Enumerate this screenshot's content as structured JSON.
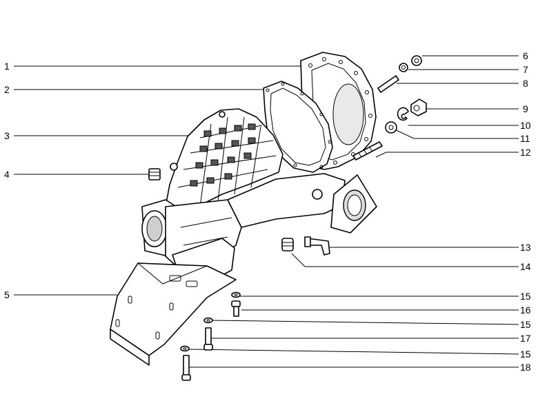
{
  "callouts_left": [
    {
      "num": "1"
    },
    {
      "num": "2"
    },
    {
      "num": "3"
    },
    {
      "num": "4"
    },
    {
      "num": "5"
    }
  ],
  "callouts_right": [
    {
      "num": "6"
    },
    {
      "num": "7"
    },
    {
      "num": "8"
    },
    {
      "num": "9"
    },
    {
      "num": "10"
    },
    {
      "num": "11"
    },
    {
      "num": "12"
    },
    {
      "num": "13"
    },
    {
      "num": "14"
    },
    {
      "num": "15"
    },
    {
      "num": "16"
    },
    {
      "num": "15"
    },
    {
      "num": "17"
    },
    {
      "num": "15"
    },
    {
      "num": "18"
    }
  ]
}
